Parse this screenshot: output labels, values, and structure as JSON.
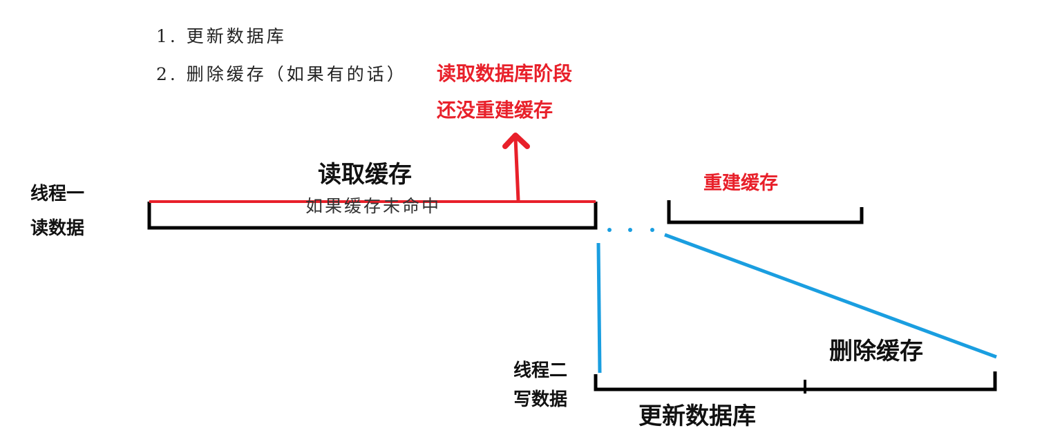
{
  "steps": [
    "1. 更新数据库",
    "2. 删除缓存（如果有的话）"
  ],
  "annotation": {
    "line1": "读取数据库阶段",
    "line2": "还没重建缓存"
  },
  "thread1": {
    "name": "线程一",
    "action": "读数据",
    "read_cache": "读取缓存",
    "cache_miss": "如果缓存未命中",
    "rebuild_cache": "重建缓存"
  },
  "thread2": {
    "name": "线程二",
    "action": "写数据",
    "update_db": "更新数据库",
    "delete_cache": "删除缓存"
  },
  "colors": {
    "red": "#e8202a",
    "blue": "#1a9ee0",
    "black": "#000000"
  }
}
